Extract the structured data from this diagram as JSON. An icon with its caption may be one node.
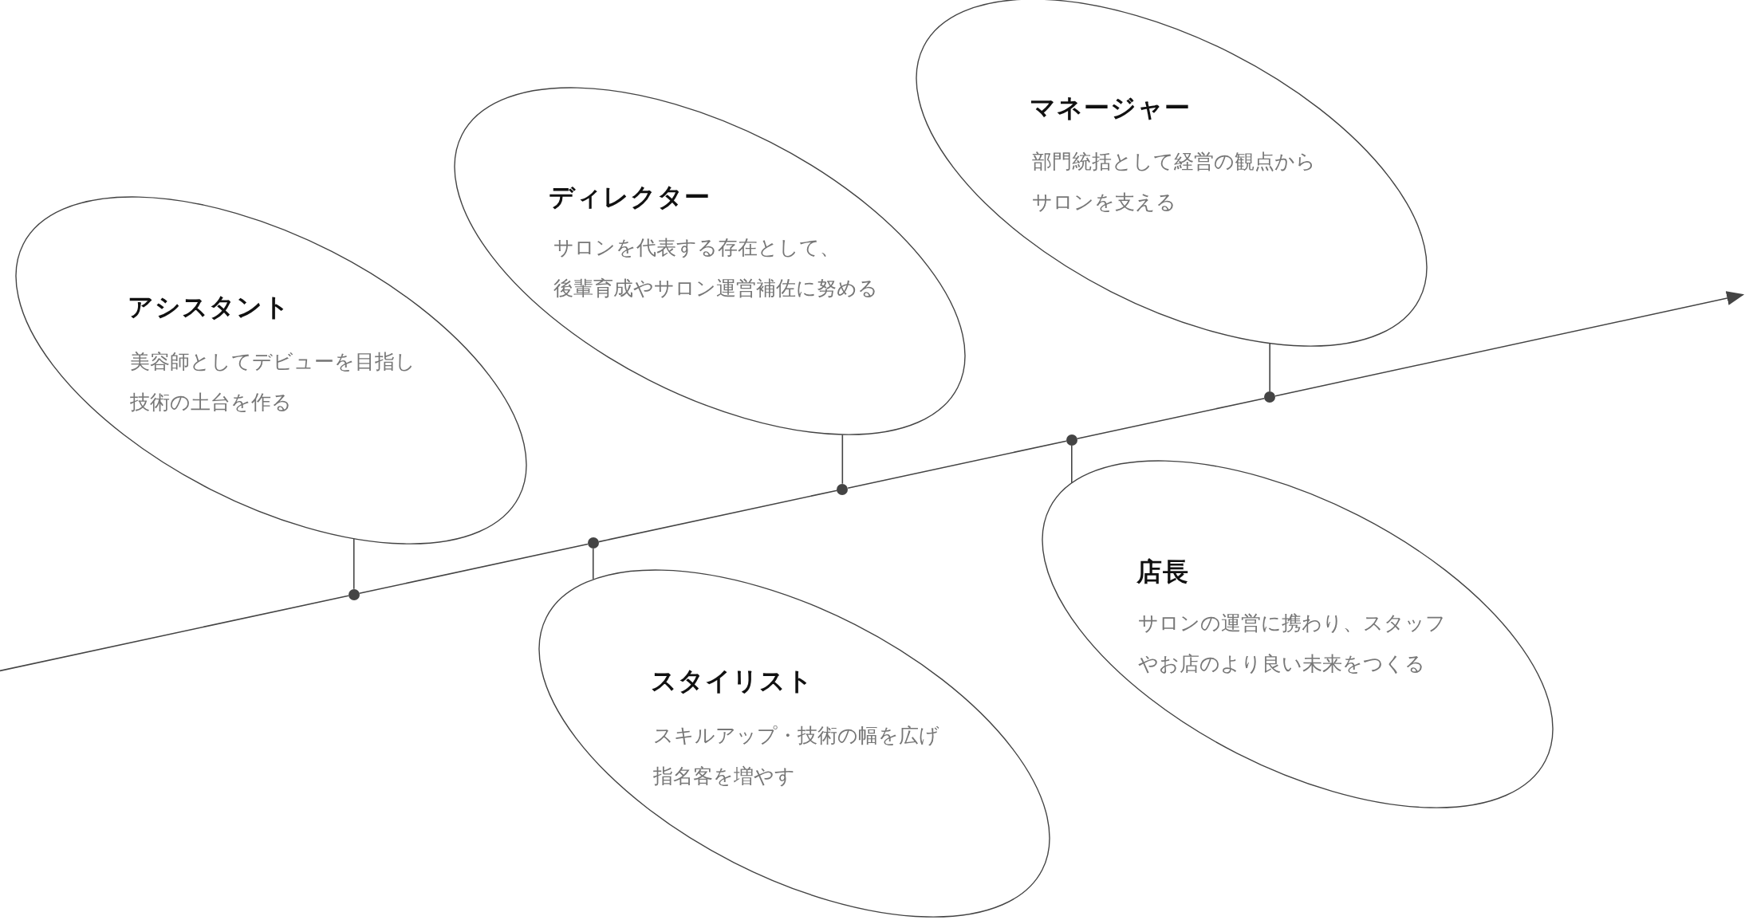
{
  "diagram": {
    "nodes": [
      {
        "text": [
          "アシスタント",
          "美容師としてデビューを目指し技術の土台を作る"
        ]
      },
      {
        "text": [
          "スタイリスト",
          "スキルアップ・技術の幅を広げ指名客を増やす"
        ]
      },
      {
        "text": [
          "ディレクター",
          "サロンを代表する存在として、後輩育成やサロン運営補佐に努める"
        ]
      },
      {
        "text": [
          "店長",
          "サロンの運営に携わり、スタッフやお店のより良い未来をつくる"
        ]
      },
      {
        "text": [
          "マネージャー",
          "部門統括として経営の観点からサロンを支える"
        ]
      },
      {
        "text": [],
        "shape": "circle"
      },
      {
        "text": [],
        "shape": "circle"
      },
      {
        "text": [],
        "shape": "circle"
      },
      {
        "text": [],
        "shape": "circle"
      },
      {
        "text": [],
        "shape": "circle"
      }
    ],
    "edges": [
      {
        "from": null,
        "to": 5,
        "arrow": "none"
      },
      {
        "from": 5,
        "to": 6,
        "arrow": "none"
      },
      {
        "from": 6,
        "to": 7,
        "arrow": "none"
      },
      {
        "from": 7,
        "to": 8,
        "arrow": "none"
      },
      {
        "from": 8,
        "to": 9,
        "arrow": "none"
      },
      {
        "from": 9,
        "to": null,
        "arrow": "to"
      },
      {
        "from": 5,
        "to": 0,
        "arrow": "none"
      },
      {
        "from": 6,
        "to": 1,
        "arrow": "none"
      },
      {
        "from": 7,
        "to": 2,
        "arrow": "none"
      },
      {
        "from": 8,
        "to": 3,
        "arrow": "none"
      },
      {
        "from": 9,
        "to": 4,
        "arrow": "none"
      }
    ]
  }
}
